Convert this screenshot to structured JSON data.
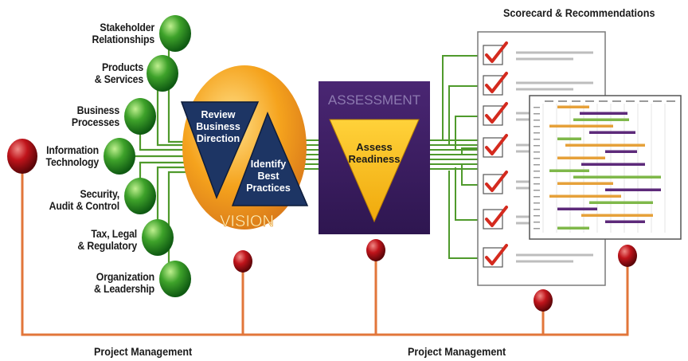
{
  "scorecard_title": "Scorecard & Recommendations",
  "areas": [
    {
      "line1": "Stakeholder",
      "line2": "Relationships"
    },
    {
      "line1": "Products",
      "line2": "& Services"
    },
    {
      "line1": "Business",
      "line2": "Processes"
    },
    {
      "line1": "Information",
      "line2": "Technology"
    },
    {
      "line1": "Security,",
      "line2": "Audit & Control"
    },
    {
      "line1": "Tax, Legal",
      "line2": "& Regulatory"
    },
    {
      "line1": "Organization",
      "line2": "& Leadership"
    }
  ],
  "vision": {
    "label": "VISION",
    "review": [
      "Review",
      "Business",
      "Direction"
    ],
    "identify": [
      "Identify",
      "Best",
      "Practices"
    ]
  },
  "assessment": {
    "label": "ASSESSMENT",
    "assess": [
      "Assess",
      "Readiness"
    ]
  },
  "project_management_left": "Project Management",
  "project_management_right": "Project Management",
  "colors": {
    "green_node": "#2e8b1f",
    "red_node": "#b0121b",
    "orange_line": "#e2763a",
    "vision_orange": "#f4a21e",
    "navy": "#1d3564",
    "purple": "#3d1f63",
    "yellow": "#f7c21a",
    "check_red": "#d42a1e"
  }
}
